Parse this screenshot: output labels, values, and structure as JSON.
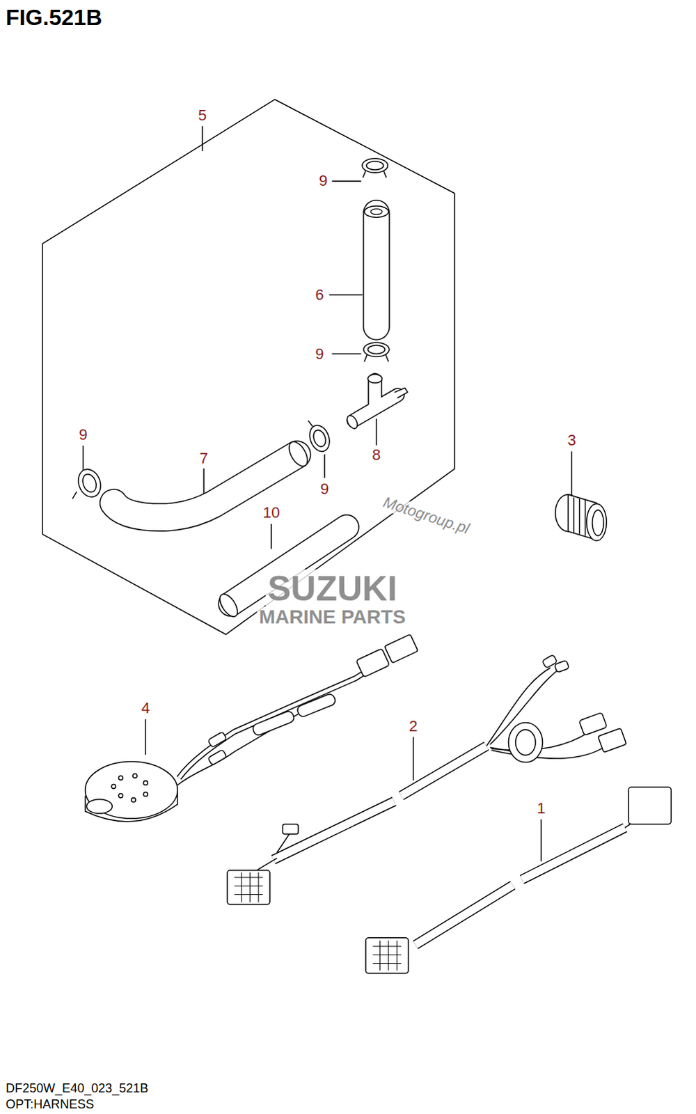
{
  "diagram": {
    "title": "FIG.521B",
    "caption": "OPT:HARNESS",
    "labels": [
      "5",
      "9",
      "6",
      "9",
      "9",
      "7",
      "9",
      "8",
      "10",
      "3",
      "4",
      "2",
      "1",
      "Motogroup.pl",
      "SUZUKI",
      "MARINE PARTS",
      "DF250W_E40_023_521B"
    ]
  }
}
